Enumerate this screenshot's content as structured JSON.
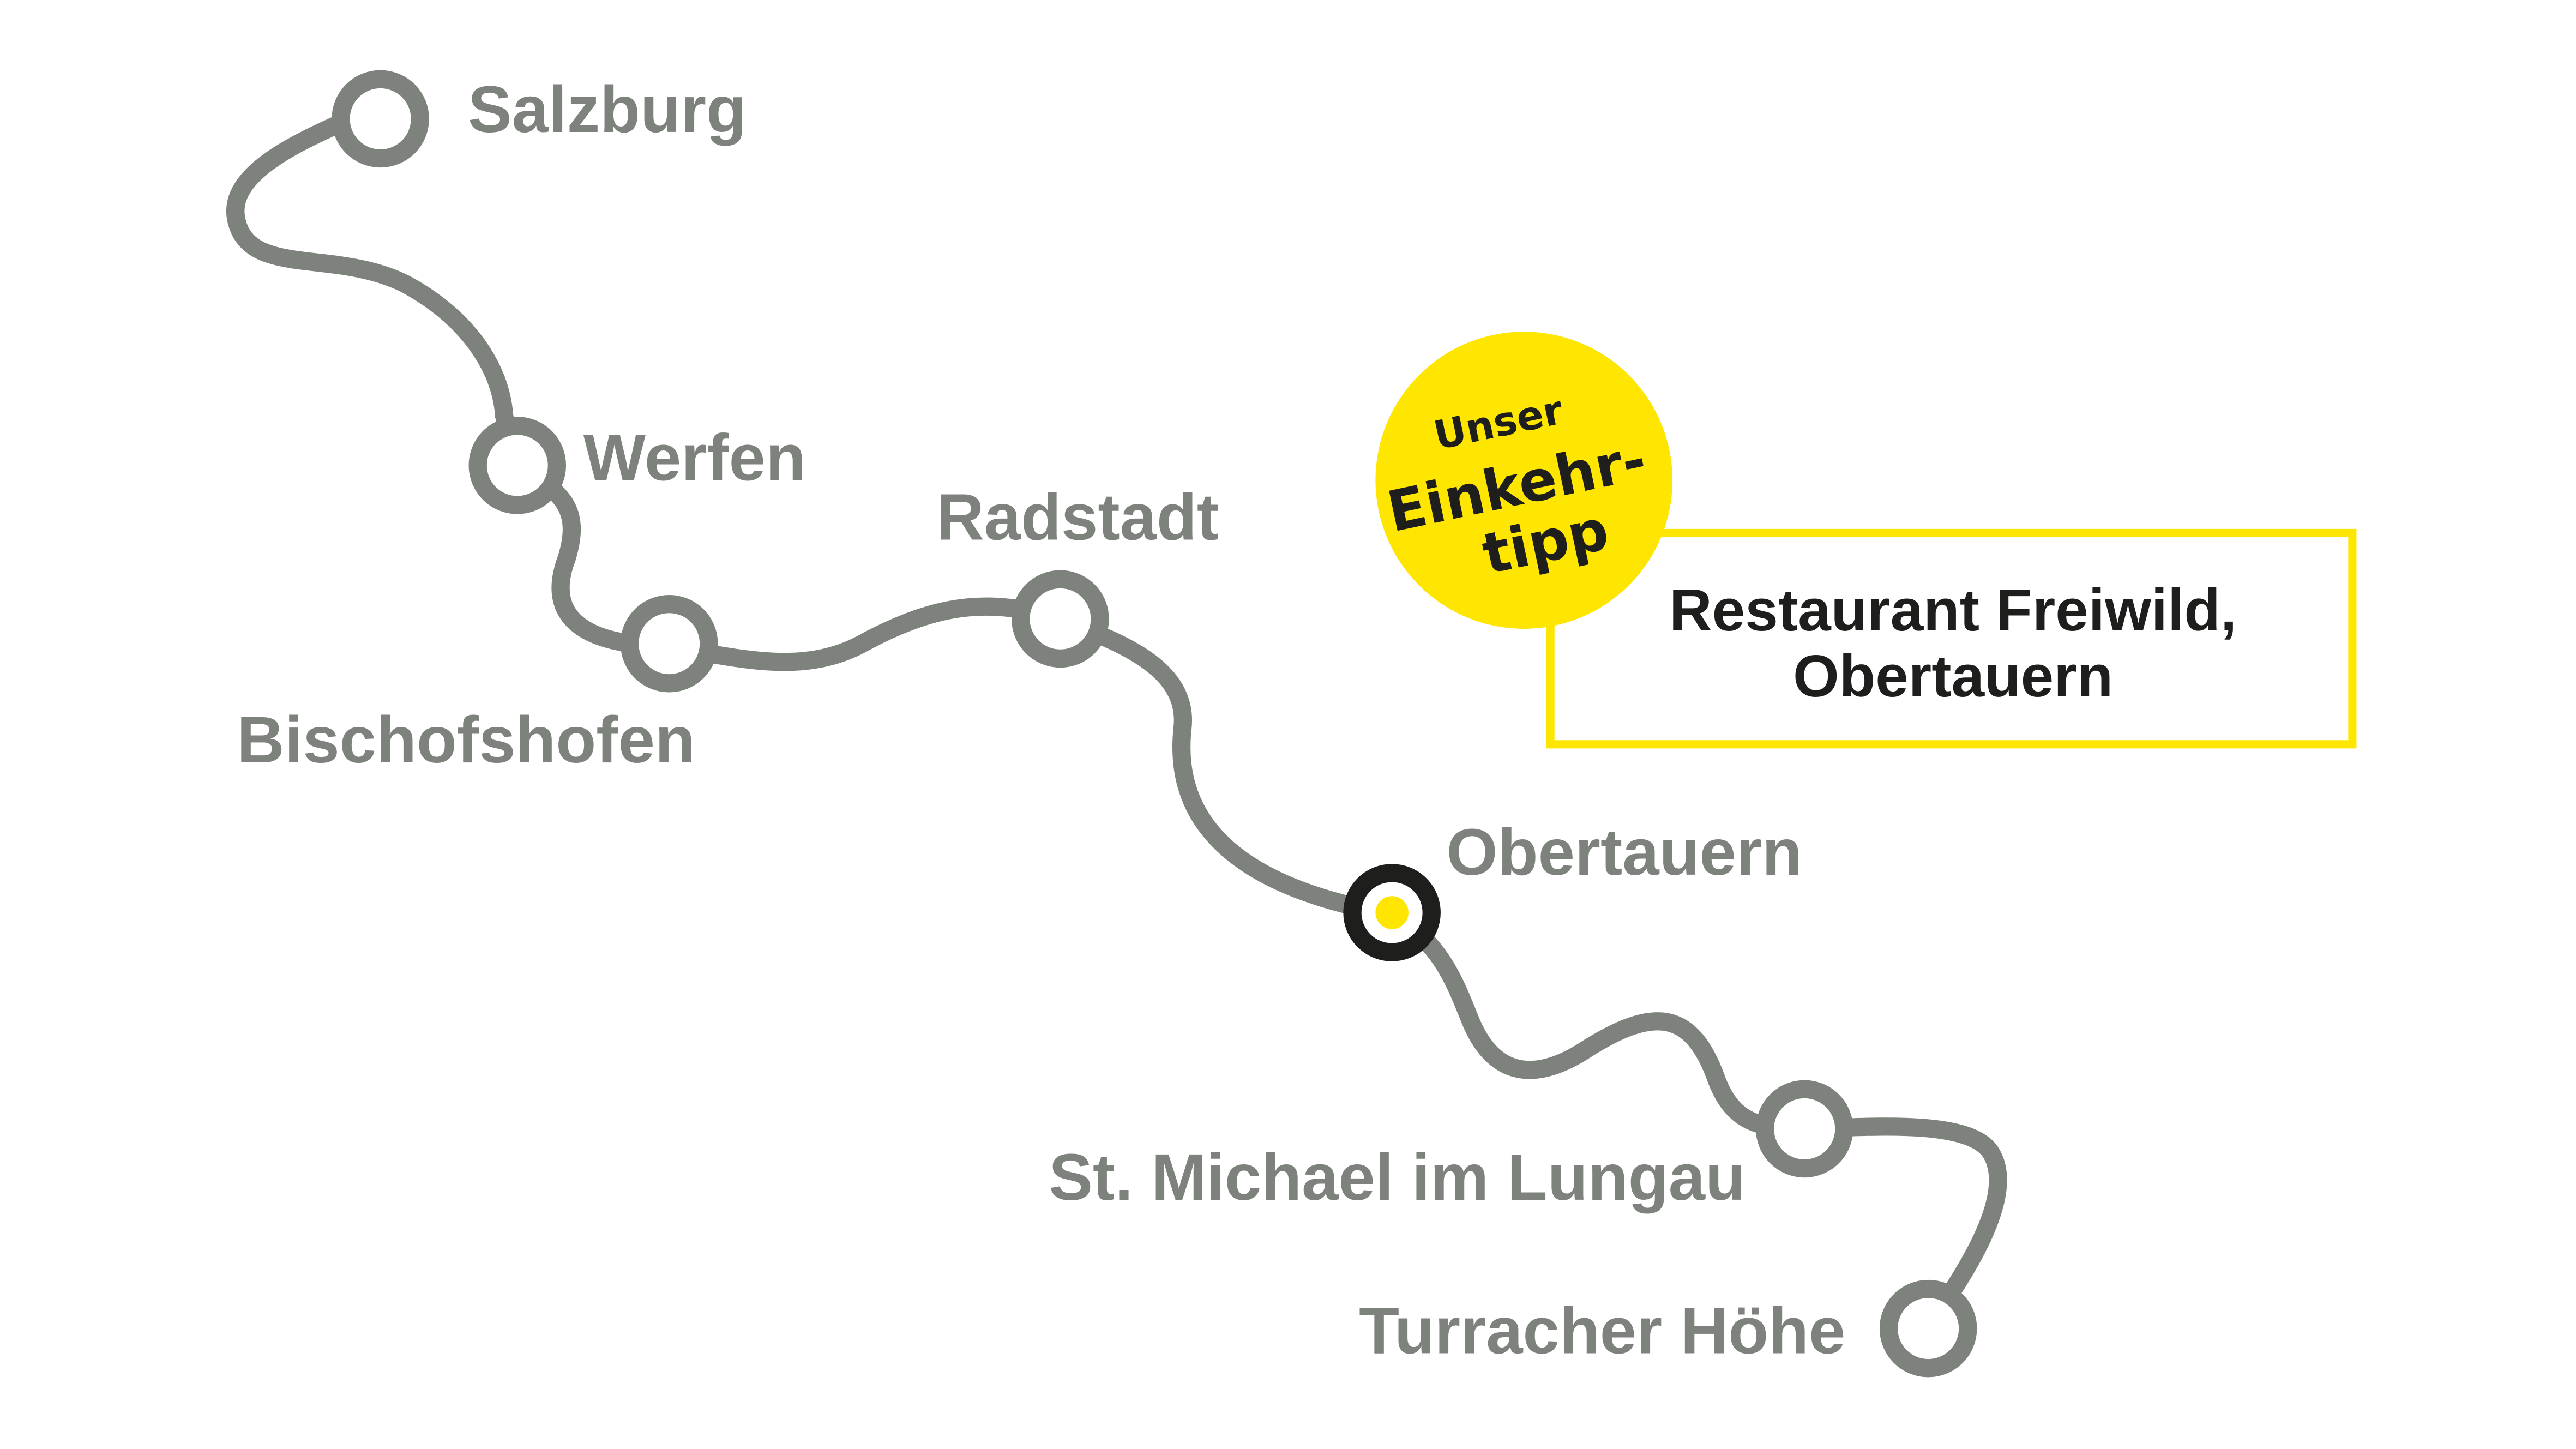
{
  "colors": {
    "route": "#7e827c",
    "highlight": "#ffe600",
    "station_active": "#1e1e1c",
    "text_dark": "#1e1e1c"
  },
  "stations": [
    {
      "name": "Salzburg"
    },
    {
      "name": "Werfen"
    },
    {
      "name": "Bischofshofen"
    },
    {
      "name": "Radstadt"
    },
    {
      "name": "Obertauern",
      "highlighted": true
    },
    {
      "name": "St. Michael im Lungau"
    },
    {
      "name": "Turracher Höhe"
    }
  ],
  "badge": {
    "line1": "Unser",
    "line2": "Einkehr-",
    "line3": "tipp"
  },
  "tip_box": {
    "line1": "Restaurant Freiwild,",
    "line2": "Obertauern"
  }
}
